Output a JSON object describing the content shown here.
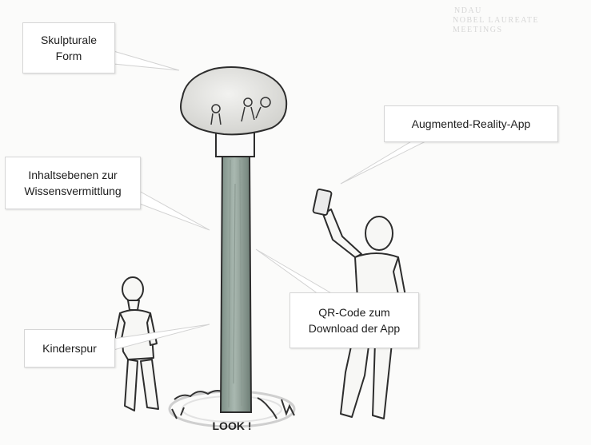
{
  "watermark": {
    "line1": "NDAU",
    "line2": "NOBEL LAUREATE",
    "line3": "MEETINGS"
  },
  "callouts": {
    "sculpture": {
      "line1": "Skulpturale",
      "line2": "Form"
    },
    "content_layers": {
      "line1": "Inhaltsebenen zur",
      "line2": "Wissensvermittlung"
    },
    "ar_app": {
      "line1": "Augmented-Reality-App"
    },
    "qr_code": {
      "line1": "QR-Code zum",
      "line2": "Download der App"
    },
    "children_trail": {
      "line1": "Kinderspur"
    }
  },
  "base_ring_text": "LOOK !"
}
